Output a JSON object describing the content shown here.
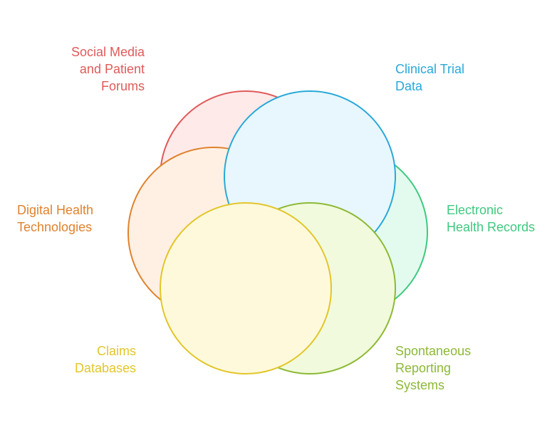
{
  "diagram": {
    "segments": [
      {
        "key": "social",
        "lines": [
          "Social Media",
          "and Patient",
          "Forums"
        ],
        "stroke": "#e05a5a",
        "fill": "#ffeaea",
        "text_color": "#e05a5a"
      },
      {
        "key": "clinical",
        "lines": [
          "Clinical Trial",
          "Data"
        ],
        "stroke": "#29a9d9",
        "fill": "#e8f7fd",
        "text_color": "#29a9d9"
      },
      {
        "key": "ehr",
        "lines": [
          "Electronic",
          "Health Records"
        ],
        "stroke": "#3ec97f",
        "fill": "#e3fbee",
        "text_color": "#3ec97f"
      },
      {
        "key": "spont",
        "lines": [
          "Spontaneous",
          "Reporting",
          "Systems"
        ],
        "stroke": "#8db935",
        "fill": "#f1fadc",
        "text_color": "#8db935"
      },
      {
        "key": "claims",
        "lines": [
          "Claims",
          "Databases"
        ],
        "stroke": "#e2c62a",
        "fill": "#fff9dc",
        "text_color": "#e2c62a"
      },
      {
        "key": "digital",
        "lines": [
          "Digital Health",
          "Technologies"
        ],
        "stroke": "#e0822e",
        "fill": "#fff0e3",
        "text_color": "#e0822e"
      }
    ]
  }
}
